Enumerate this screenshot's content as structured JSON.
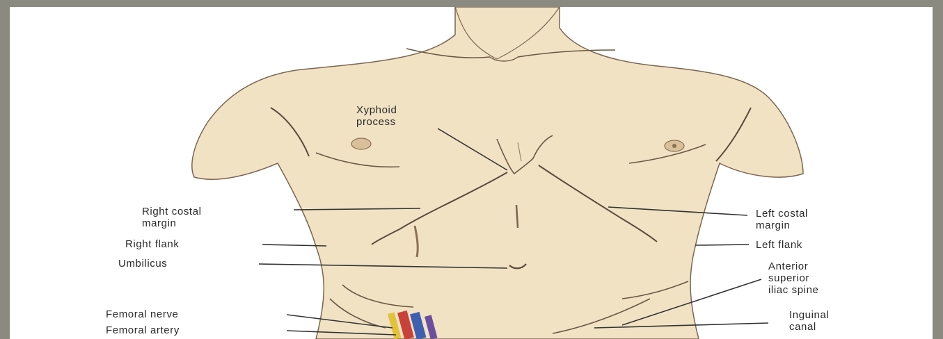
{
  "labels": {
    "xyphoid_line1": "Xyphoid",
    "xyphoid_line2": "process",
    "right_costal_line1": "Right costal",
    "right_costal_line2": "margin",
    "right_flank": "Right flank",
    "umbilicus": "Umbilicus",
    "femoral_nerve": "Femoral nerve",
    "femoral_artery": "Femoral artery",
    "left_costal_line1": "Left costal",
    "left_costal_line2": "margin",
    "left_flank": "Left flank",
    "asis_line1": "Anterior",
    "asis_line2": "superior",
    "asis_line3": "iliac spine",
    "inguinal_line1": "Inguinal",
    "inguinal_line2": "canal"
  },
  "colors": {
    "frame": "#8a8a80",
    "background": "#ffffff",
    "skin": "#f1e2c4",
    "skin_shadow": "#e6d1ab",
    "outline": "#5a4a3a",
    "leader_line": "#333333",
    "vessel_red": "#c9423a",
    "vessel_blue": "#3f5fb0",
    "nerve_yellow": "#e2c23a"
  }
}
